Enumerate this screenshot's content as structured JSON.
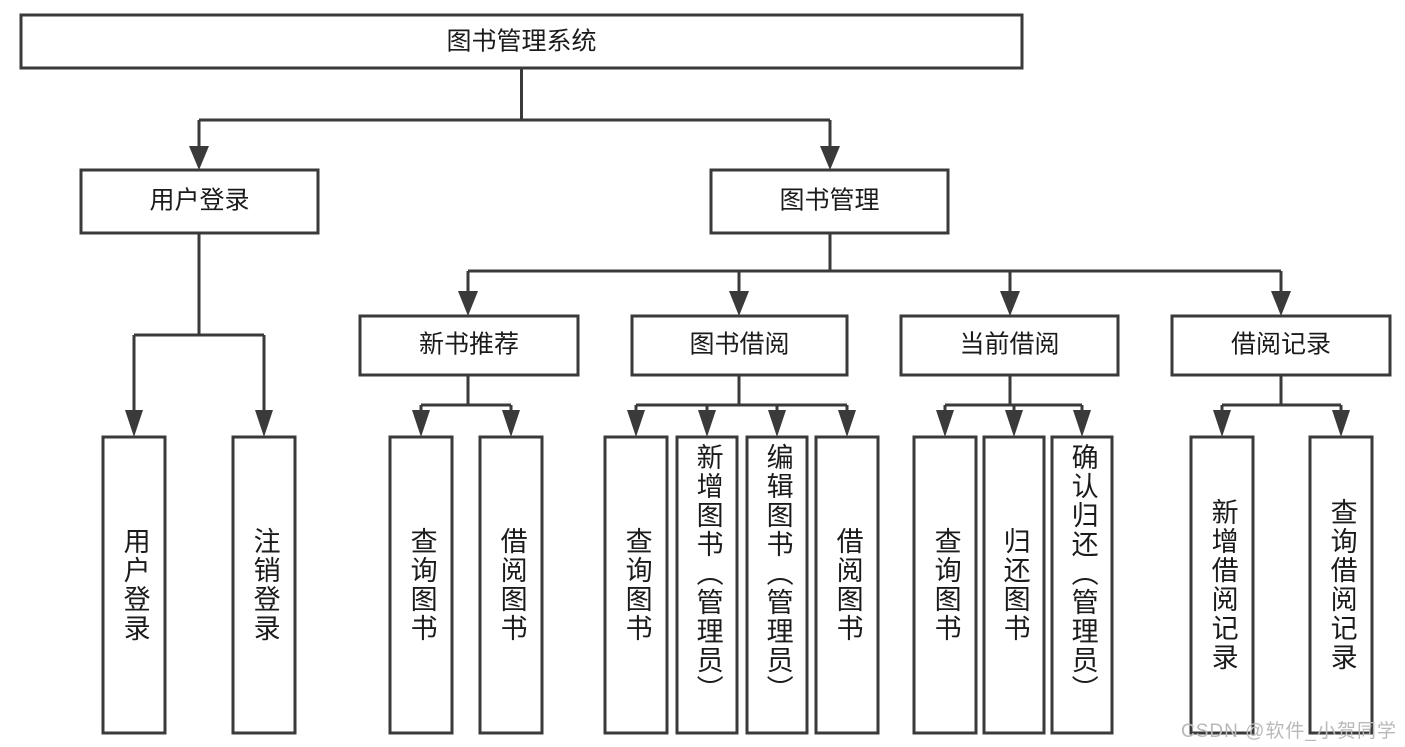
{
  "diagram": {
    "type": "tree",
    "title": "图书管理系统",
    "root": {
      "label": "图书管理系统"
    },
    "level2": [
      {
        "label": "用户登录"
      },
      {
        "label": "图书管理"
      }
    ],
    "level3": [
      {
        "label": "新书推荐"
      },
      {
        "label": "图书借阅"
      },
      {
        "label": "当前借阅"
      },
      {
        "label": "借阅记录"
      }
    ],
    "leaves": {
      "user_login": [
        {
          "label": "用户登录"
        },
        {
          "label": "注销登录"
        }
      ],
      "new_book_recommend": [
        {
          "label": "查询图书"
        },
        {
          "label": "借阅图书"
        }
      ],
      "book_borrow": [
        {
          "label": "查询图书"
        },
        {
          "label": "新增图书（管理员）"
        },
        {
          "label": "编辑图书（管理员）"
        },
        {
          "label": "借阅图书"
        }
      ],
      "current_borrow": [
        {
          "label": "查询图书"
        },
        {
          "label": "归还图书"
        },
        {
          "label": "确认归还（管理员）"
        }
      ],
      "borrow_record": [
        {
          "label": "新增借阅记录"
        },
        {
          "label": "查询借阅记录"
        }
      ]
    }
  },
  "watermark": {
    "text": "CSDN @软件_小贺同学"
  },
  "colors": {
    "stroke": "#3a3a3a",
    "box_fill": "#ffffff",
    "text": "#1b1b1b",
    "watermark": "#b9b9b9",
    "background": "#ffffff"
  }
}
